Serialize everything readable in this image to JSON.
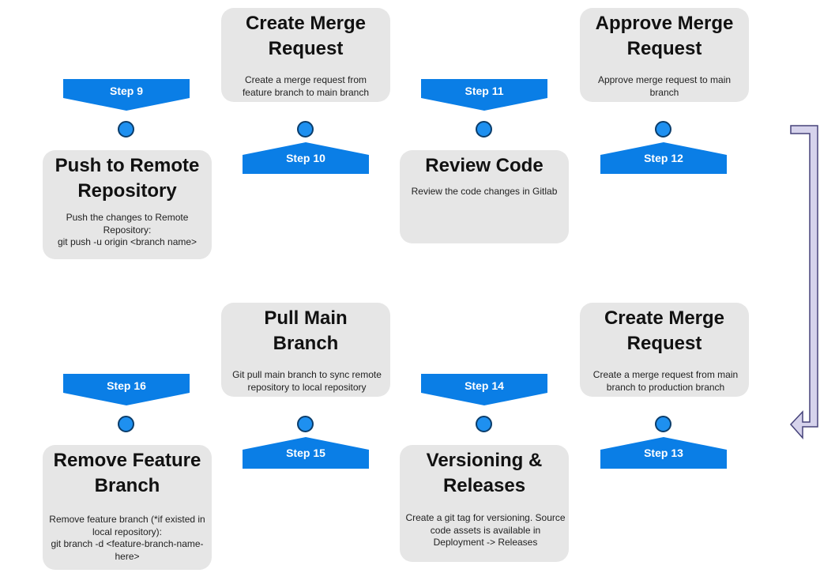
{
  "colors": {
    "banner": "#0a7ee6",
    "dot_fill": "#1e90f0",
    "dot_stroke": "#0b3d6b",
    "card_bg": "#e6e6e6",
    "arrow_fill": "#d6d3ec",
    "arrow_stroke": "#46437a"
  },
  "steps": {
    "s9": "Step 9",
    "s10": "Step 10",
    "s11": "Step 11",
    "s12": "Step 12",
    "s13": "Step 13",
    "s14": "Step 14",
    "s15": "Step 15",
    "s16": "Step 16"
  },
  "cards": {
    "push": {
      "title": "Push to Remote Repository",
      "desc": "Push the changes to Remote Repository:\ngit push -u origin <branch name>"
    },
    "create_mr": {
      "title": "Create Merge Request",
      "desc": "Create a merge request from feature branch to main branch"
    },
    "review": {
      "title": "Review Code",
      "desc": "Review the code changes in Gitlab"
    },
    "approve": {
      "title": "Approve Merge Request",
      "desc": "Approve merge request to main branch"
    },
    "remove": {
      "title": "Remove Feature Branch",
      "desc": "Remove feature branch (*if existed in local repository):\ngit branch -d <feature-branch-name-here>"
    },
    "pull": {
      "title": "Pull Main Branch",
      "desc": "Git pull main branch to sync remote repository to local repository"
    },
    "versioning": {
      "title": "Versioning & Releases",
      "desc": "Create a git tag for versioning. Source code assets is available in Deployment -> Releases"
    },
    "create_mr_prod": {
      "title": "Create Merge Request",
      "desc": "Create a merge request from main branch to production branch"
    }
  }
}
